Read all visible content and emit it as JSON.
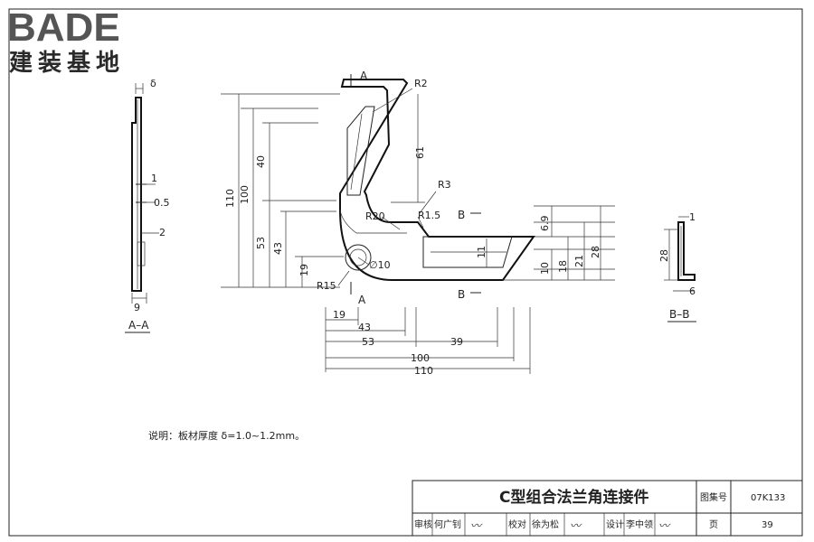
{
  "logo": {
    "latin": "BADE",
    "chinese": "建装基地"
  },
  "section_labels": {
    "aa_marker": "A",
    "bb_marker": "B",
    "aa_title": "A–A",
    "bb_title": "B–B"
  },
  "dims_aa": {
    "delta": "δ",
    "d1": "1",
    "d05": "0.5",
    "d2": "2",
    "d9": "9"
  },
  "dims_main": {
    "r2": "R2",
    "r3": "R3",
    "r20": "R20",
    "r15": "R1.5",
    "r15b": "R15",
    "phi10": "∅10",
    "v110": "110",
    "v100": "100",
    "v40": "40",
    "v53": "53",
    "v43": "43",
    "v19": "19",
    "v61": "61",
    "v11": "11",
    "h19": "19",
    "h43": "43",
    "h53": "53",
    "h39": "39",
    "h100": "100",
    "h110": "110",
    "r69": "6.9",
    "r10": "10",
    "r18": "18",
    "r21": "21",
    "r28": "28"
  },
  "dims_bb": {
    "d1": "1",
    "d28": "28",
    "d6": "6"
  },
  "note": "说明：板材厚度 δ=1.0~1.2mm。",
  "title_block": {
    "title": "C型组合法兰角连接件",
    "atlas_label": "图集号",
    "atlas_no": "07K133",
    "page_label": "页",
    "page_no": "39",
    "review_label": "审核",
    "review_name": "何广钊",
    "check_label": "校对",
    "check_name": "徐为松",
    "design_label": "设计",
    "design_name": "李中领"
  }
}
